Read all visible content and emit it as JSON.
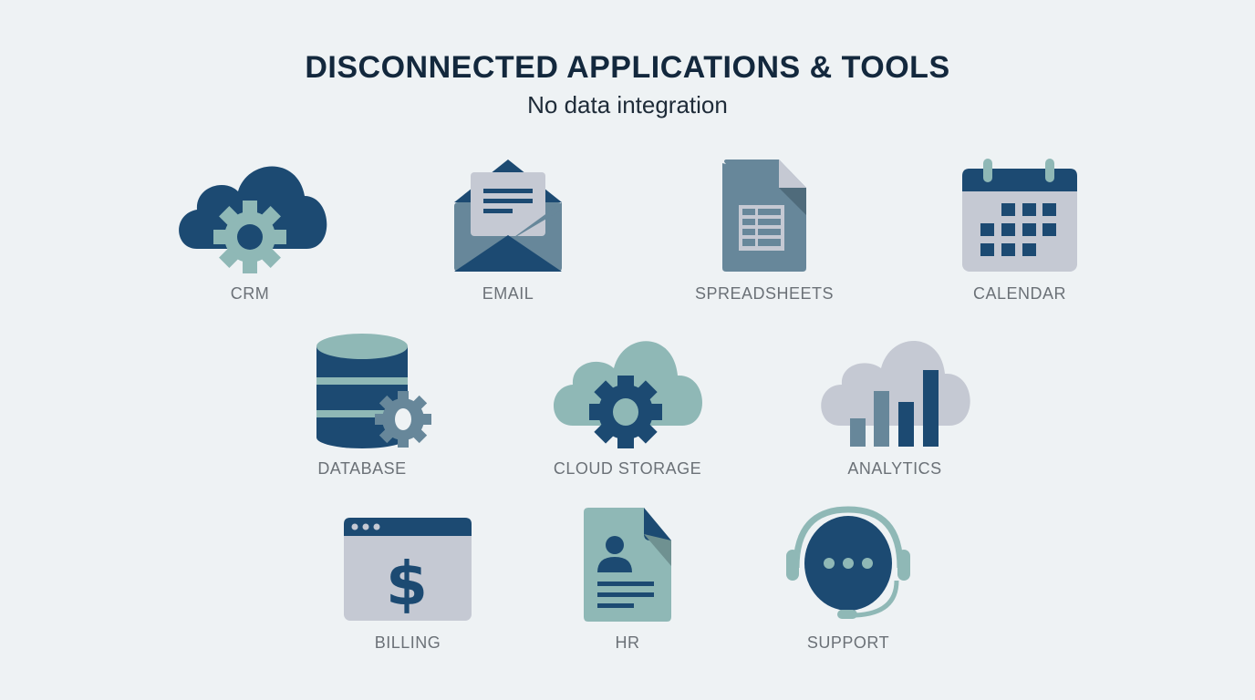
{
  "header": {
    "title": "DISCONNECTED APPLICATIONS & TOOLS",
    "subtitle": "No data integration"
  },
  "colors": {
    "navy": "#1c4a72",
    "teal": "#8fb8b6",
    "slate": "#67879a",
    "gray": "#c5c9d3",
    "background": "#eef2f4",
    "label": "#6b7177",
    "title": "#13283d"
  },
  "tools": [
    {
      "label": "CRM",
      "icon": "cloud-gear-icon"
    },
    {
      "label": "EMAIL",
      "icon": "envelope-icon"
    },
    {
      "label": "SPREADSHEETS",
      "icon": "spreadsheet-document-icon"
    },
    {
      "label": "CALENDAR",
      "icon": "calendar-icon"
    },
    {
      "label": "DATABASE",
      "icon": "database-gear-icon"
    },
    {
      "label": "CLOUD STORAGE",
      "icon": "cloud-gear-icon"
    },
    {
      "label": "ANALYTICS",
      "icon": "cloud-bar-chart-icon"
    },
    {
      "label": "BILLING",
      "icon": "browser-dollar-icon"
    },
    {
      "label": "HR",
      "icon": "profile-document-icon"
    },
    {
      "label": "SUPPORT",
      "icon": "headset-chat-icon"
    }
  ]
}
